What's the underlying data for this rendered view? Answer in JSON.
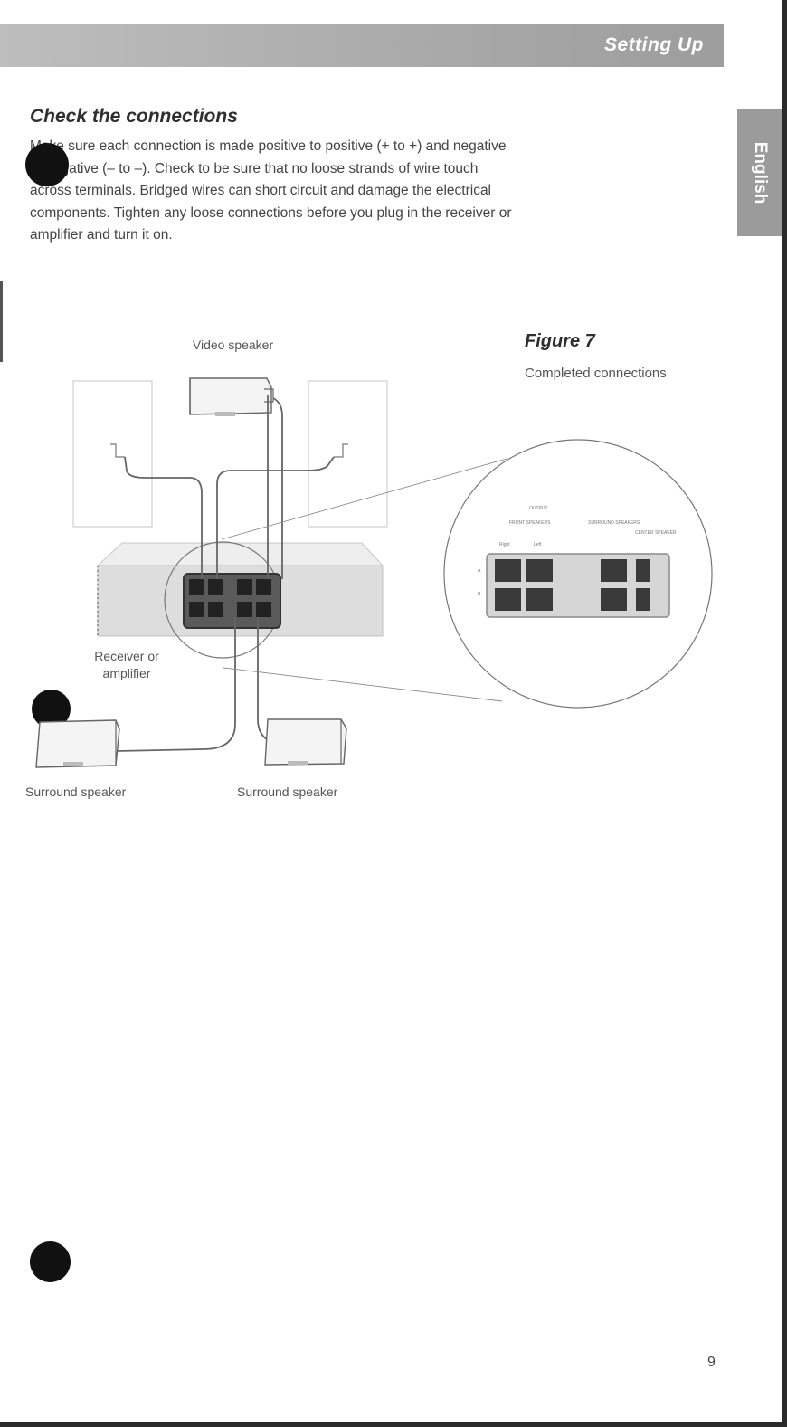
{
  "header": {
    "title": "Setting Up"
  },
  "side_tab": {
    "label": "English"
  },
  "section": {
    "heading": "Check the connections",
    "body": "Make sure each connection is made positive to positive (+ to +) and negative to negative (– to –). Check to be sure that no loose strands of wire touch across terminals. Bridged wires can short circuit and damage the electrical components. Tighten any loose connections before you plug in the receiver or amplifier and turn it on."
  },
  "figure": {
    "title": "Figure 7",
    "caption": "Completed connections",
    "labels": {
      "video_speaker": "Video speaker",
      "receiver": "Receiver or amplifier",
      "surround_left": "Surround speaker",
      "surround_right": "Surround speaker"
    },
    "panel_detail": {
      "output": "OUTPUT",
      "front": "FRONT SPEAKERS",
      "surround": "SURROUND SPEAKERS",
      "center": "CENTER SPEAKER",
      "right": "Right",
      "left": "Left",
      "a": "A",
      "b": "B"
    }
  },
  "page_number": "9"
}
